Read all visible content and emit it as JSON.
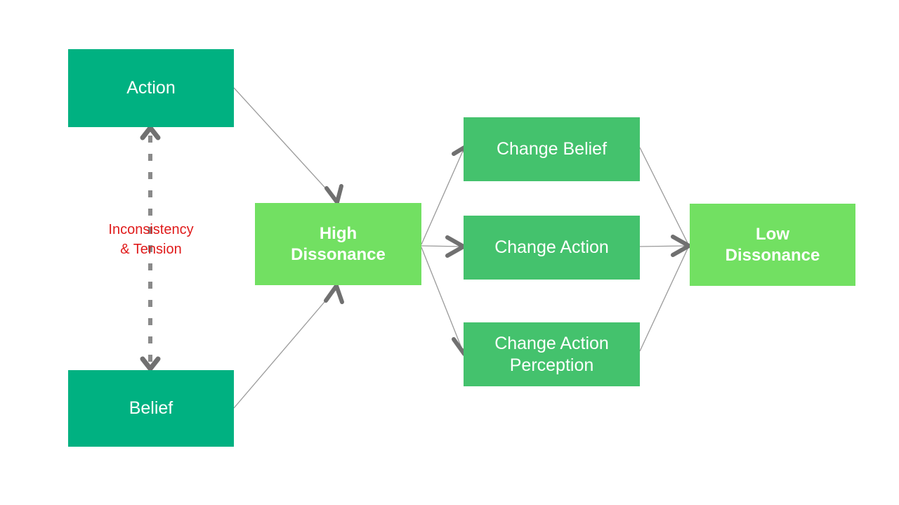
{
  "diagram": {
    "title": "Cognitive Dissonance Resolution Flow",
    "background_color": "#ffffff",
    "colors": {
      "teal": "#00B181",
      "light_green": "#72E062",
      "mid_green": "#44C26D",
      "label_red": "#E01B1B",
      "connector_gray": "#808080",
      "arrowhead_gray": "#707070",
      "node_text": "#ffffff"
    },
    "nodes": [
      {
        "id": "action",
        "label": "Action",
        "style": "teal"
      },
      {
        "id": "belief",
        "label": "Belief",
        "style": "teal"
      },
      {
        "id": "high_dissonance",
        "label": "High\nDissonance",
        "style": "light-green"
      },
      {
        "id": "change_belief",
        "label": "Change Belief",
        "style": "mid-green"
      },
      {
        "id": "change_action",
        "label": "Change Action",
        "style": "mid-green"
      },
      {
        "id": "change_action_perception",
        "label": "Change Action\nPerception",
        "style": "mid-green"
      },
      {
        "id": "low_dissonance",
        "label": "Low\nDissonance",
        "style": "light-green"
      }
    ],
    "edges": [
      {
        "id": "action-belief",
        "from": "action",
        "to": "belief",
        "style": "dotted",
        "arrowheads": "both",
        "label": "Inconsistency\n& Tension"
      },
      {
        "id": "action-high",
        "from": "action",
        "to": "high_dissonance",
        "style": "solid",
        "arrowheads": "end"
      },
      {
        "id": "belief-high",
        "from": "belief",
        "to": "high_dissonance",
        "style": "solid",
        "arrowheads": "end"
      },
      {
        "id": "high-change-belief",
        "from": "high_dissonance",
        "to": "change_belief",
        "style": "solid",
        "arrowheads": "end"
      },
      {
        "id": "high-change-action",
        "from": "high_dissonance",
        "to": "change_action",
        "style": "solid",
        "arrowheads": "end"
      },
      {
        "id": "high-change-action-perception",
        "from": "high_dissonance",
        "to": "change_action_perception",
        "style": "solid",
        "arrowheads": "end"
      },
      {
        "id": "change-belief-low",
        "from": "change_belief",
        "to": "low_dissonance",
        "style": "solid",
        "arrowheads": "end"
      },
      {
        "id": "change-action-low",
        "from": "change_action",
        "to": "low_dissonance",
        "style": "solid",
        "arrowheads": "end"
      },
      {
        "id": "change-action-perception-low",
        "from": "change_action_perception",
        "to": "low_dissonance",
        "style": "solid",
        "arrowheads": "end"
      }
    ],
    "labels": {
      "inconsistency_tension": "Inconsistency\n& Tension"
    }
  }
}
